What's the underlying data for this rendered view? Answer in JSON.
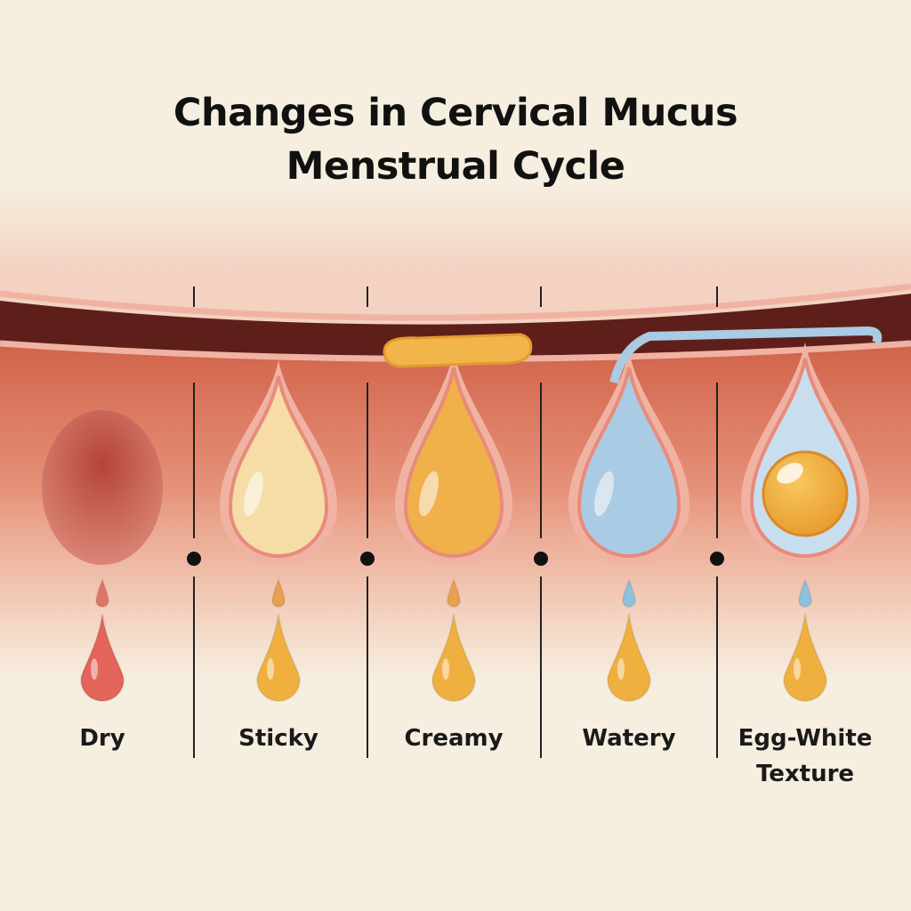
{
  "title": {
    "line1": "Changes in Cervical Mucus",
    "line2": "Menstrual Cycle"
  },
  "stages": [
    {
      "label": "Dry",
      "drop_color": "#e2645a",
      "small_drop_color": "#e07565"
    },
    {
      "label": "Sticky",
      "drop_color": "#f0b040",
      "small_drop_color": "#e8a050"
    },
    {
      "label": "Creamy",
      "drop_color": "#f0b040",
      "small_drop_color": "#e8a050"
    },
    {
      "label": "Watery",
      "drop_color": "#f0b040",
      "small_drop_color": "#8ec0e0"
    },
    {
      "label": "Egg-White",
      "label2": "Texture",
      "drop_color": "#f0b040",
      "small_drop_color": "#8ec0e0"
    }
  ],
  "colors": {
    "background": "#f6eedf",
    "tissue": "#d4674a",
    "membrane": "#5e1f1a",
    "sticky": "#f6dca6",
    "creamy": "#f0b04a",
    "watery": "#a9cbe3",
    "egg_white": "#c8deee",
    "yolk": "#f2b03e"
  }
}
